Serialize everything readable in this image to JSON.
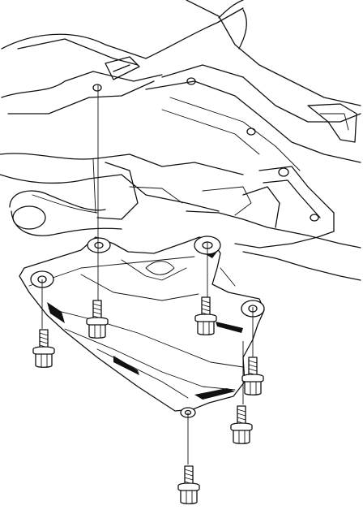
{
  "diagram": {
    "parts": [
      {
        "id": "vehicle-underbody",
        "kind": "body structure"
      },
      {
        "id": "undercover-panel",
        "kind": "splash shield"
      },
      {
        "id": "bolt",
        "count": 6,
        "kind": "flange bolt"
      }
    ],
    "bolt_positions_note": "",
    "colors": {
      "line": "#111111",
      "background": "#ffffff"
    }
  }
}
